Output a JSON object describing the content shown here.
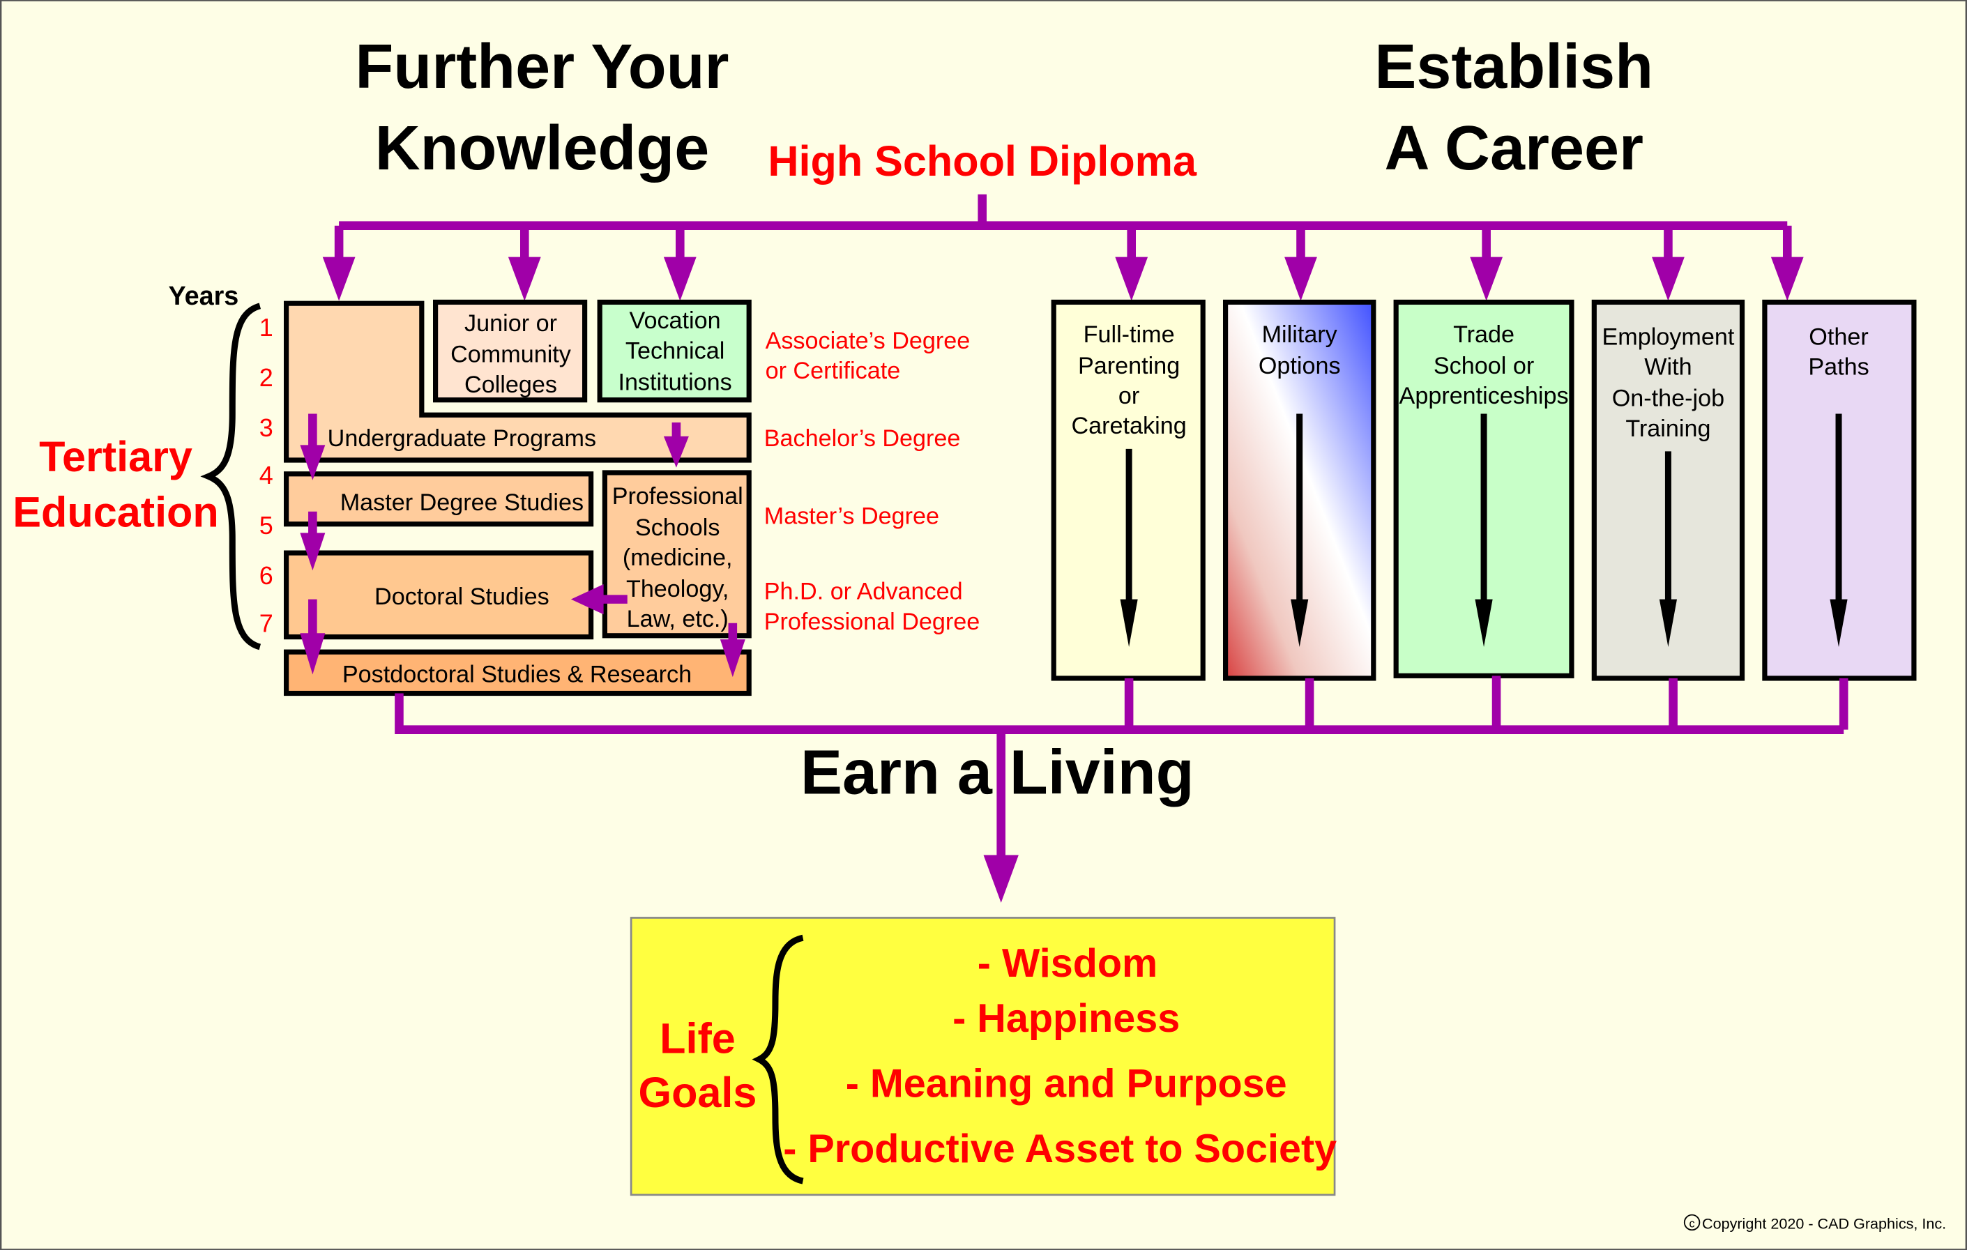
{
  "headings": {
    "further": [
      "Further Your",
      "Knowledge"
    ],
    "establish": [
      "Establish",
      "A Career"
    ],
    "diploma": "High School Diploma",
    "earn": "Earn a Living"
  },
  "tertiary": {
    "years_label": "Years",
    "years": [
      "1",
      "2",
      "3",
      "4",
      "5",
      "6",
      "7"
    ],
    "label": [
      "Tertiary",
      "Education"
    ],
    "boxes": {
      "junior": [
        "Junior or",
        "Community",
        "Colleges"
      ],
      "vocation": [
        "Vocation",
        "Technical",
        "Institutions"
      ],
      "undergrad": "Undergraduate Programs",
      "master": "Master Degree Studies",
      "professional": [
        "Professional",
        "Schools",
        "(medicine,",
        "Theology,",
        "Law, etc.)"
      ],
      "doctoral": "Doctoral Studies",
      "postdoc": "Postdoctoral Studies & Research"
    },
    "degrees": {
      "associate": [
        "Associate’s Degree",
        "or Certificate"
      ],
      "bachelor": "Bachelor’s Degree",
      "master": "Master’s Degree",
      "phd": [
        "Ph.D. or Advanced",
        "Professional Degree"
      ]
    }
  },
  "careers": [
    {
      "lines": [
        "Full-time",
        "Parenting",
        "or",
        "Caretaking"
      ],
      "color": "#ffffd8"
    },
    {
      "lines": [
        "Military",
        "Options"
      ],
      "color": "gradient-blue-white-red"
    },
    {
      "lines": [
        "Trade",
        "School or",
        "Apprenticeships"
      ],
      "color": "#c8ffc8"
    },
    {
      "lines": [
        "Employment",
        "With",
        "On-the-job",
        "Training"
      ],
      "color": "#e6e6dc"
    },
    {
      "lines": [
        "Other",
        "Paths"
      ],
      "color": "#e8d8f4"
    }
  ],
  "life_goals": {
    "label": [
      "Life",
      "Goals"
    ],
    "items": [
      "- Wisdom",
      "- Happiness",
      "- Meaning and Purpose",
      "- Productive Asset to Society"
    ]
  },
  "copyright": "Copyright 2020 - CAD Graphics, Inc.",
  "colors": {
    "purple": "#a000a8",
    "red": "#ff0000",
    "background": "#fefee6",
    "goals_bg": "#ffff40"
  }
}
